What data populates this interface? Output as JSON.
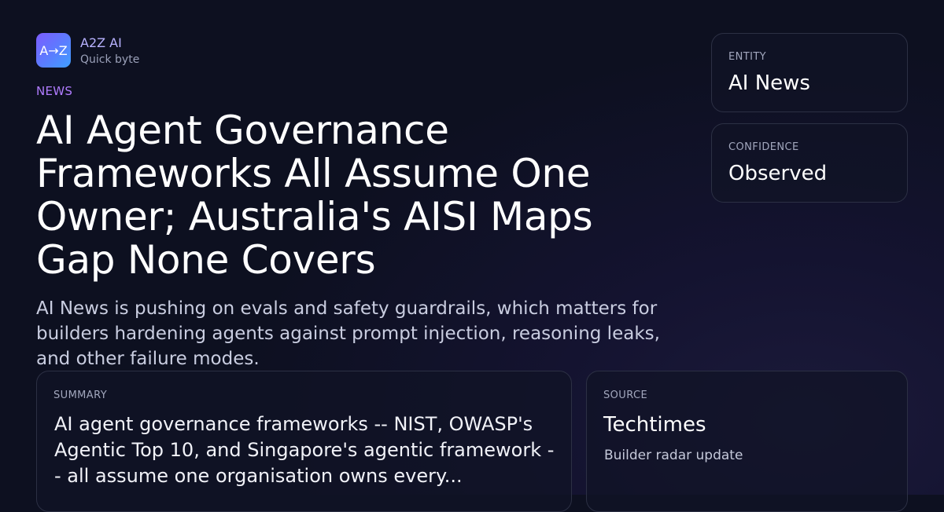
{
  "brand": {
    "logo_text": "A→Z",
    "name": "A2Z AI",
    "tagline": "Quick byte"
  },
  "article": {
    "category": "NEWS",
    "headline": "AI Agent Governance Frameworks All Assume One Owner; Australia's AISI Maps Gap None Covers",
    "dek": "AI News is pushing on evals and safety guardrails, which matters for builders hardening agents against prompt injection, reasoning leaks, and other failure modes."
  },
  "entity": {
    "label": "ENTITY",
    "value": "AI News"
  },
  "confidence": {
    "label": "CONFIDENCE",
    "value": "Observed"
  },
  "summary": {
    "label": "SUMMARY",
    "text": "AI agent governance frameworks -- NIST, OWASP's Agentic Top 10, and Singapore's agentic framework -- all assume one organisation owns every..."
  },
  "source": {
    "label": "SOURCE",
    "value": "Techtimes",
    "subtitle": "Builder radar update"
  },
  "colors": {
    "background": "#0e1122",
    "accent_purple": "#b07cff",
    "brand_name": "#b8b2ff",
    "logo_gradient_start": "#7c5cff",
    "logo_gradient_end": "#3fa0ff",
    "card_border": "#2c3044"
  }
}
